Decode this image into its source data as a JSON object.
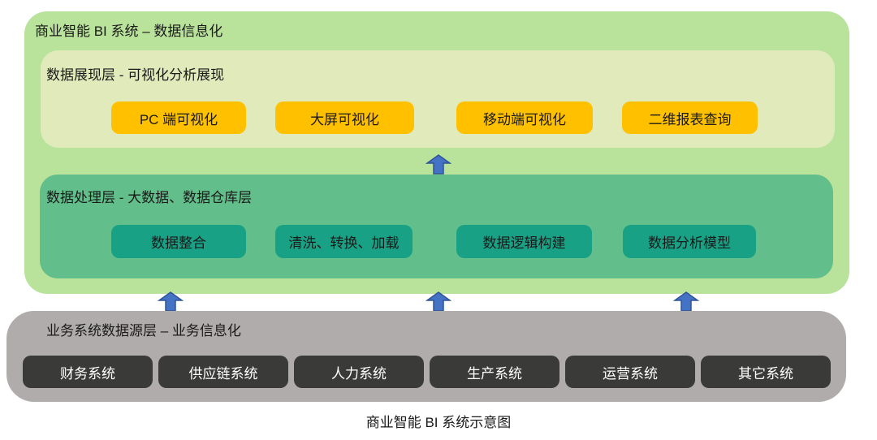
{
  "palette": {
    "outer_green": "#B9E29B",
    "pale_green": "#E0EABB",
    "mid_green": "#62BE8A",
    "teal_button": "#18A185",
    "orange_button": "#FFC000",
    "gray_panel": "#AFACAB",
    "dark_button": "#3A3A38",
    "arrow_blue": "#4472C4",
    "arrow_border": "#2F5597",
    "text_dark": "#1A1A1A",
    "text_light": "#FFFFFF"
  },
  "diagram": {
    "system": {
      "label": "商业智能 BI 系统 – 数据信息化"
    },
    "presentation": {
      "label": "数据展现层 - 可视化分析展现",
      "items": [
        "PC 端可视化",
        "大屏可视化",
        "移动端可视化",
        "二维报表查询"
      ]
    },
    "processing": {
      "label": "数据处理层 - 大数据、数据仓库层",
      "items": [
        "数据整合",
        "清洗、转换、加载",
        "数据逻辑构建",
        "数据分析模型"
      ]
    },
    "source": {
      "label": "业务系统数据源层 – 业务信息化",
      "items": [
        "财务系统",
        "供应链系统",
        "人力系统",
        "生产系统",
        "运营系统",
        "其它系统"
      ]
    },
    "caption": "商业智能 BI 系统示意图"
  }
}
